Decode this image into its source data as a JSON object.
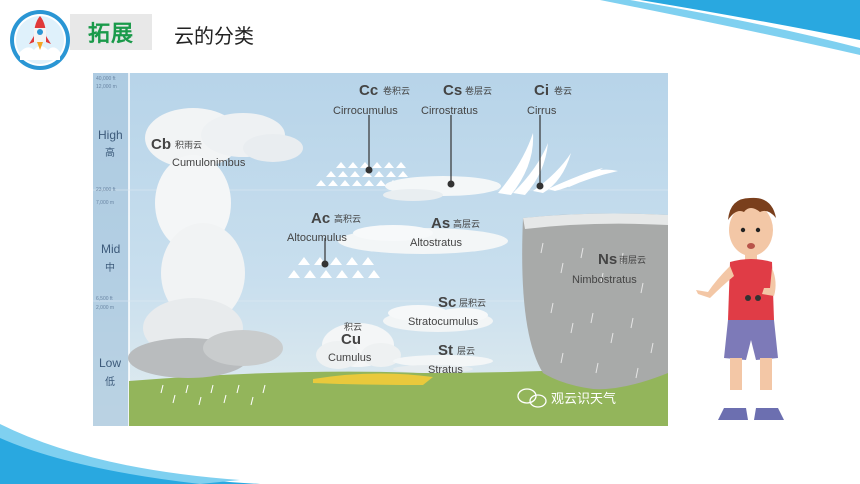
{
  "header": {
    "tag_label": "拓展",
    "title": "云的分类"
  },
  "diagram": {
    "bands": [
      {
        "label": "High",
        "label_cn": "高"
      },
      {
        "label": "Mid",
        "label_cn": "中"
      },
      {
        "label": "Low",
        "label_cn": "低"
      }
    ],
    "altitude_marks": [
      "40,000 ft",
      "12,000 m",
      "23,000 ft",
      "7,000 m",
      "6,500 ft",
      "2,000 m"
    ],
    "clouds": [
      {
        "abbr": "Cb",
        "cn": "积雨云",
        "name": "Cumulonimbus"
      },
      {
        "abbr": "Cc",
        "cn": "卷积云",
        "name": "Cirrocumulus"
      },
      {
        "abbr": "Cs",
        "cn": "卷层云",
        "name": "Cirrostratus"
      },
      {
        "abbr": "Ci",
        "cn": "卷云",
        "name": "Cirrus"
      },
      {
        "abbr": "Ac",
        "cn": "高积云",
        "name": "Altocumulus"
      },
      {
        "abbr": "As",
        "cn": "高层云",
        "name": "Altostratus"
      },
      {
        "abbr": "Ns",
        "cn": "雨层云",
        "name": "Nimbostratus"
      },
      {
        "abbr": "Sc",
        "cn": "层积云",
        "name": "Stratocumulus"
      },
      {
        "abbr": "Cu",
        "cn": "积云",
        "name": "Cumulus"
      },
      {
        "abbr": "St",
        "cn": "层云",
        "name": "Stratus"
      }
    ],
    "watermark": "观云识天气"
  },
  "colors": {
    "sky_high": "#bcd8ea",
    "sky_low": "#dde9ee",
    "ground": "#8fb25a",
    "tag_green": "#1a9a4a",
    "accent_blue": "#29a8e0"
  }
}
